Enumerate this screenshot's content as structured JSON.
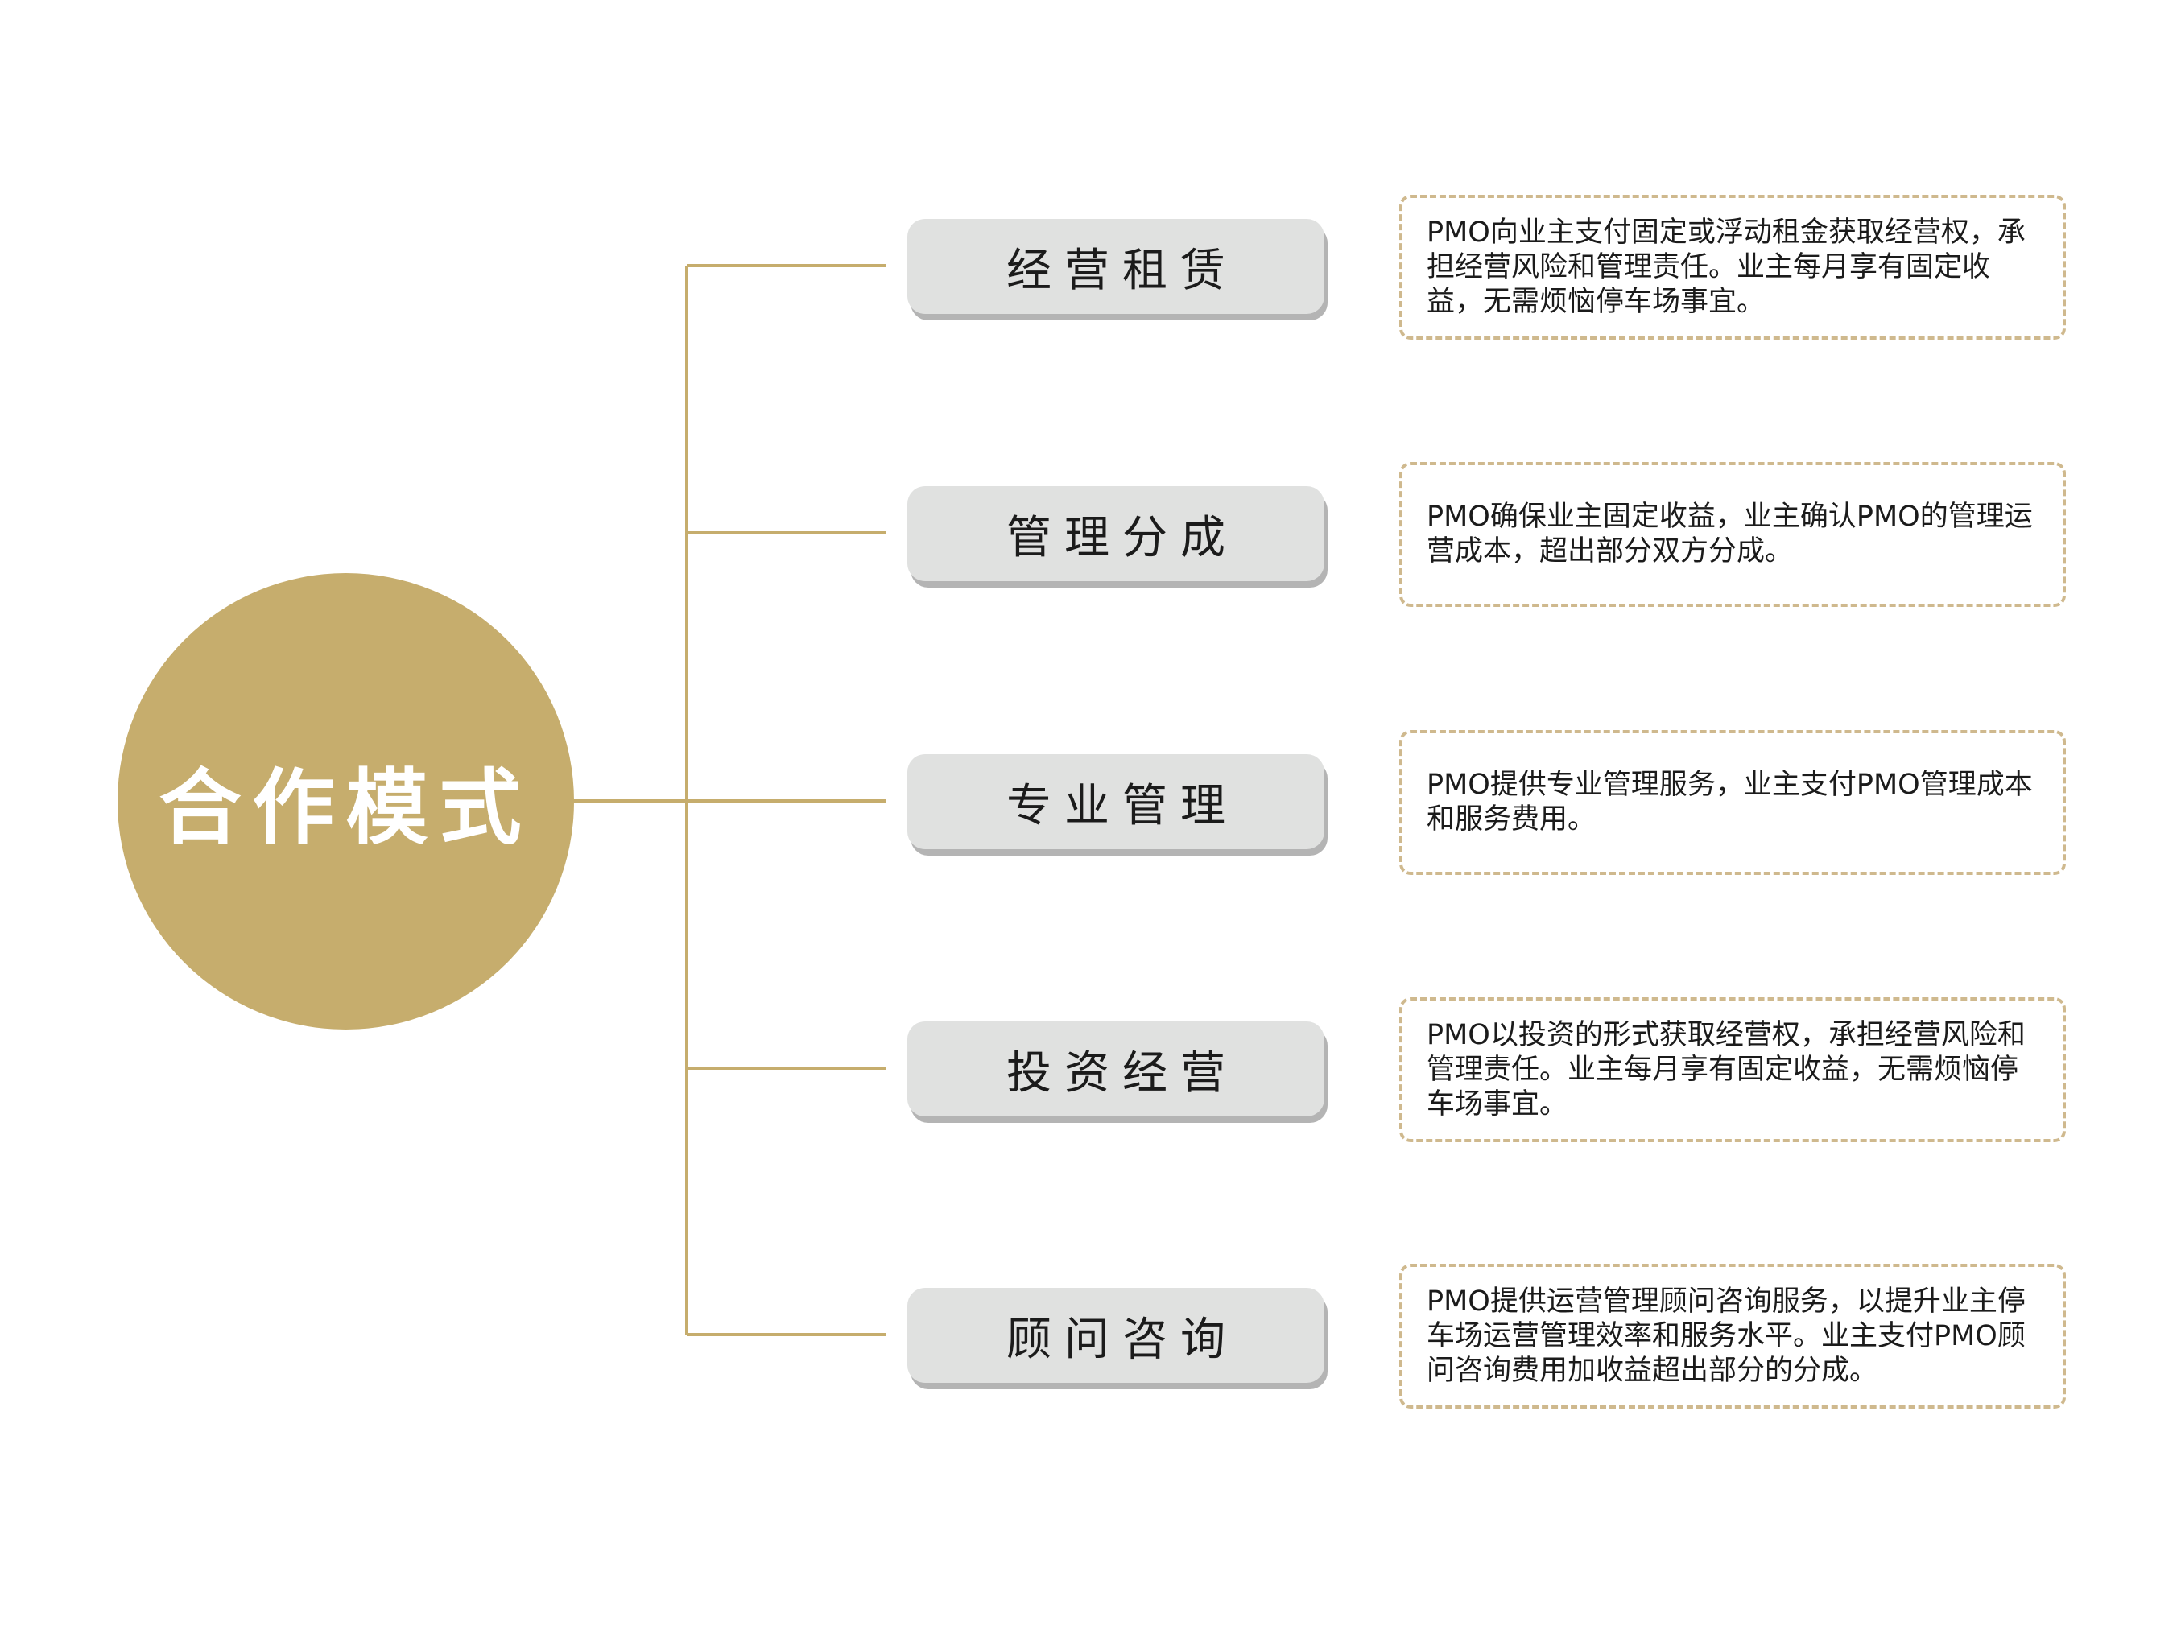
{
  "center": {
    "title": "合作模式"
  },
  "colors": {
    "accent": "#c6ad6d",
    "pill_background": "#e0e1e0",
    "pill_shadow": "#b4b4b4",
    "dashed_border": "#cfb98e",
    "text": "#1b1b1b"
  },
  "branches": [
    {
      "label": "经营租赁",
      "description": "PMO向业主支付固定或浮动租金获取经营权，承担经营风险和管理责任。业主每月享有固定收益，无需烦恼停车场事宜。"
    },
    {
      "label": "管理分成",
      "description": "PMO确保业主固定收益，业主确认PMO的管理运营成本，超出部分双方分成。"
    },
    {
      "label": "专业管理",
      "description": "PMO提供专业管理服务，业主支付PMO管理成本和服务费用。"
    },
    {
      "label": "投资经营",
      "description": "PMO以投资的形式获取经营权，承担经营风险和管理责任。业主每月享有固定收益，无需烦恼停车场事宜。"
    },
    {
      "label": "顾问咨询",
      "description": "PMO提供运营管理顾问咨询服务，以提升业主停车场运营管理效率和服务水平。业主支付PMO顾问咨询费用加收益超出部分的分成。"
    }
  ]
}
